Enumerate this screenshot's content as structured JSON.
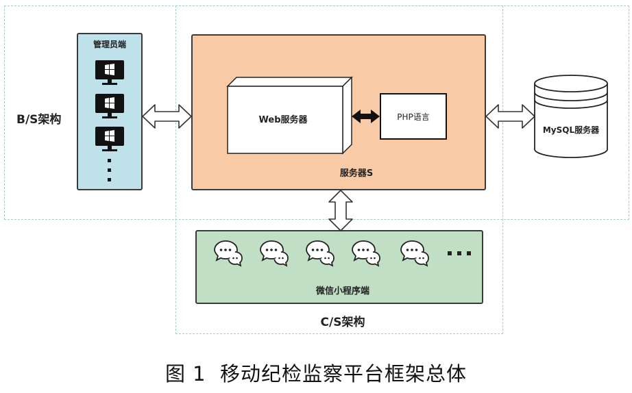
{
  "architecture": {
    "bs_label": "B/S架构",
    "cs_label": "C/S架构"
  },
  "admin": {
    "title": "管理员端",
    "icons": [
      "windows-monitor-icon",
      "windows-monitor-icon",
      "windows-monitor-icon",
      "vertical-ellipsis-icon"
    ]
  },
  "server": {
    "label": "服务器S",
    "web_server_label": "Web服务器",
    "php_label": "PHP语言"
  },
  "database": {
    "label": "MySQL服务器",
    "icon": "database-cylinder-icon"
  },
  "wechat": {
    "label": "微信小程序端",
    "icons": [
      "chat-bubble-icon",
      "chat-bubble-icon",
      "chat-bubble-icon",
      "chat-bubble-icon",
      "chat-bubble-icon",
      "horizontal-ellipsis-icon"
    ]
  },
  "caption": "图 1  移动纪检监察平台框架总体",
  "colors": {
    "admin_fill": "#bfe1ea",
    "server_fill": "#f8cba6",
    "wechat_fill": "#c1dfc5",
    "dashed_border": "#9fd0c0"
  }
}
